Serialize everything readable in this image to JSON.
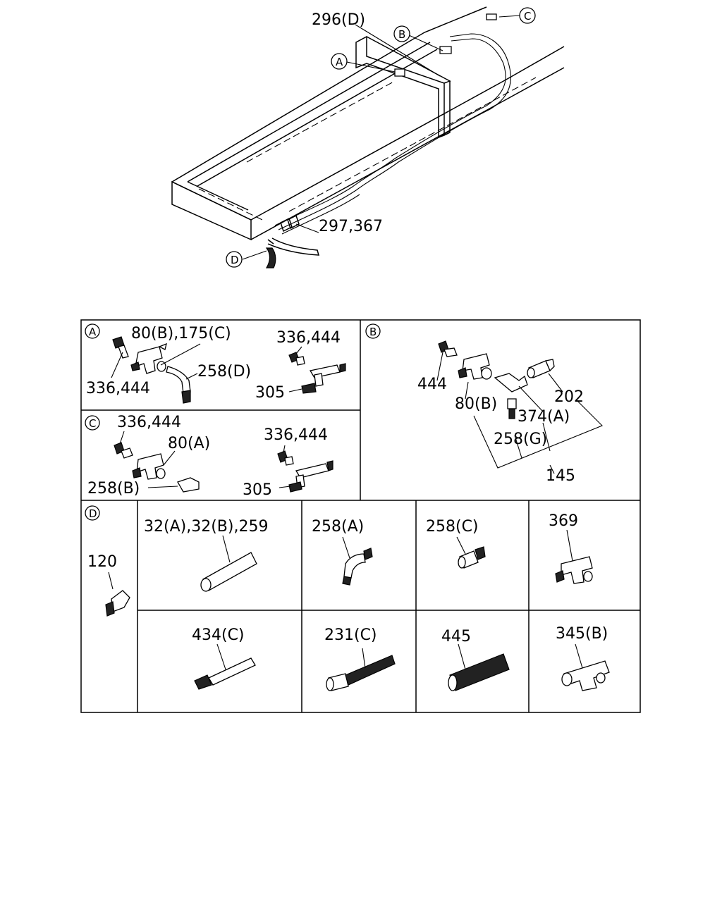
{
  "overview": {
    "label_296": "296(D)",
    "label_297": "297,367",
    "callout_a": "A",
    "callout_b": "B",
    "callout_c": "C",
    "callout_d": "D"
  },
  "panel_a": {
    "marker": "A",
    "label_80_175": "80(B),175(C)",
    "label_336_top": "336,444",
    "label_336_left": "336,444",
    "label_258d": "258(D)",
    "label_305": "305"
  },
  "panel_b": {
    "marker": "B",
    "label_444": "444",
    "label_202": "202",
    "label_80b": "80(B)",
    "label_374a": "374(A)",
    "label_258g": "258(G)",
    "label_145": "145"
  },
  "panel_c": {
    "marker": "C",
    "label_336_left": "336,444",
    "label_80a": "80(A)",
    "label_336_right": "336,444",
    "label_258b": "258(B)",
    "label_305": "305"
  },
  "panel_d": {
    "marker": "D",
    "label_120": "120",
    "label_32": "32(A),32(B),259",
    "label_258a": "258(A)",
    "label_258c": "258(C)",
    "label_369": "369",
    "label_434c": "434(C)",
    "label_231c": "231(C)",
    "label_445": "445",
    "label_345b": "345(B)"
  }
}
